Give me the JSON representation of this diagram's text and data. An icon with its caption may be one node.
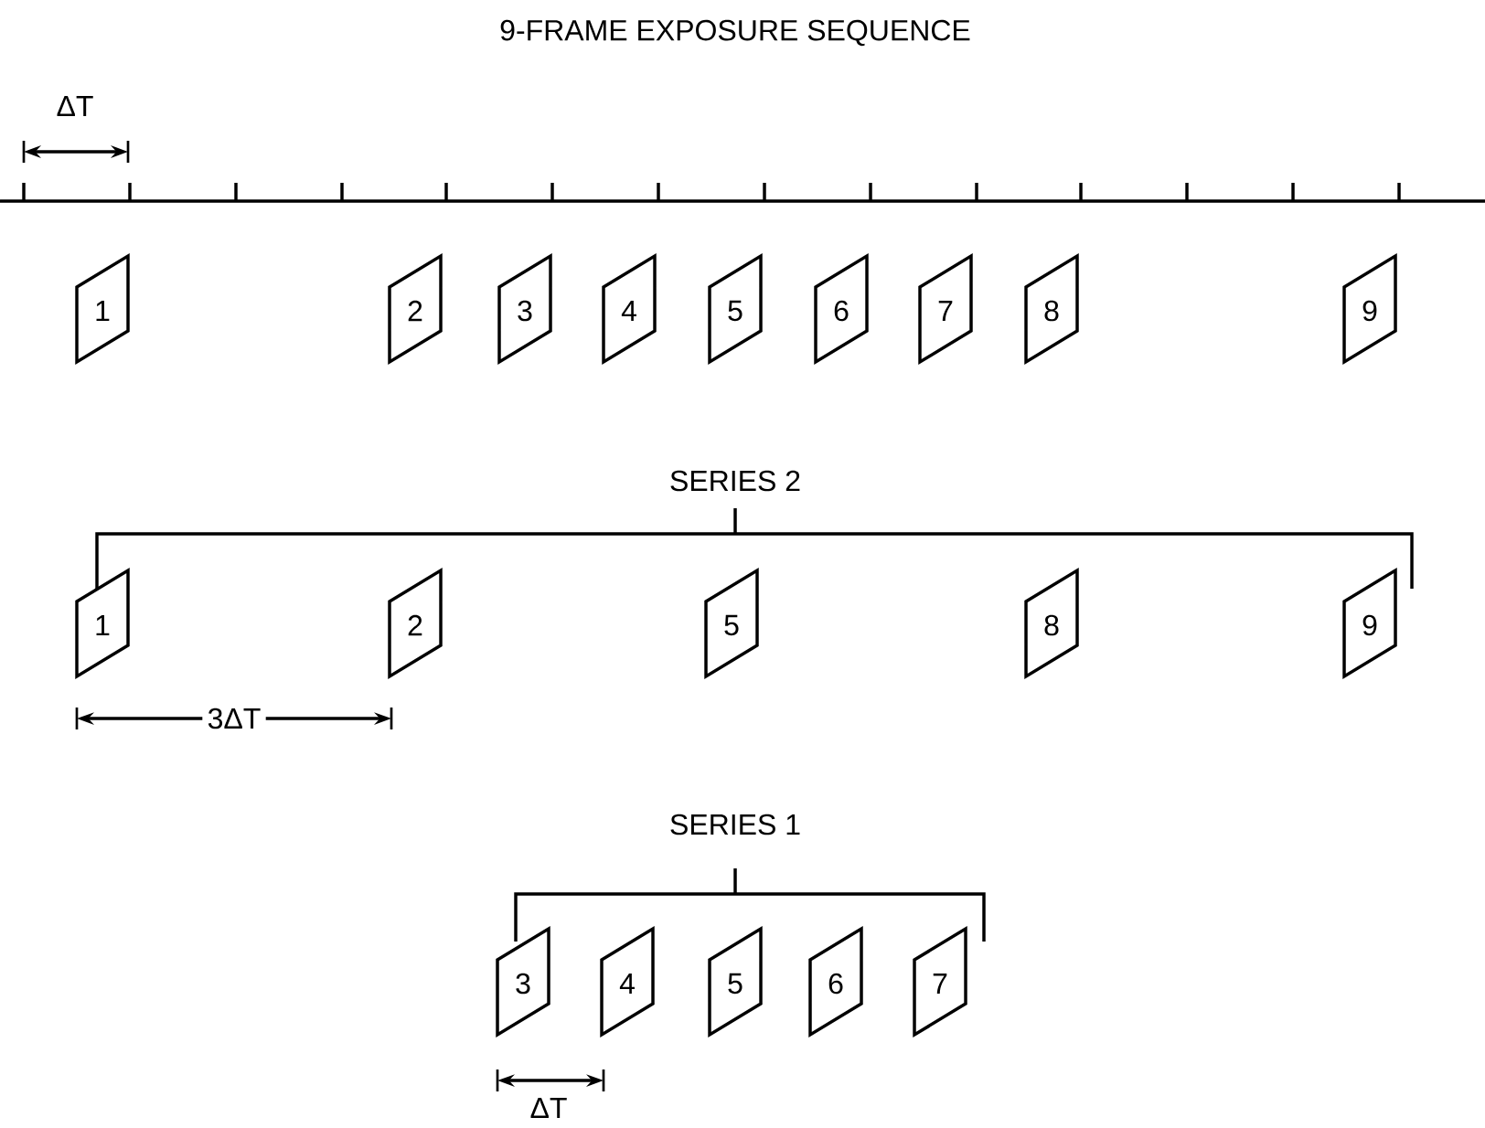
{
  "diagram": {
    "title": "9-FRAME EXPOSURE SEQUENCE",
    "nodes": [
      {
        "text": [
          "1"
        ]
      },
      {
        "text": [
          "2"
        ]
      },
      {
        "text": [
          "3"
        ]
      },
      {
        "text": [
          "4"
        ]
      },
      {
        "text": [
          "5"
        ]
      },
      {
        "text": [
          "6"
        ]
      },
      {
        "text": [
          "7"
        ]
      },
      {
        "text": [
          "8"
        ]
      },
      {
        "text": [
          "9"
        ]
      },
      {
        "text": [
          "1"
        ]
      },
      {
        "text": [
          "2"
        ]
      },
      {
        "text": [
          "5"
        ]
      },
      {
        "text": [
          "8"
        ]
      },
      {
        "text": [
          "9"
        ]
      },
      {
        "text": [
          "3"
        ]
      },
      {
        "text": [
          "4"
        ]
      },
      {
        "text": [
          "5"
        ]
      },
      {
        "text": [
          "6"
        ]
      },
      {
        "text": [
          "7"
        ]
      }
    ],
    "labels": [
      "ΔT",
      "SERIES 2",
      "3ΔT",
      "SERIES 1",
      "ΔT"
    ]
  }
}
